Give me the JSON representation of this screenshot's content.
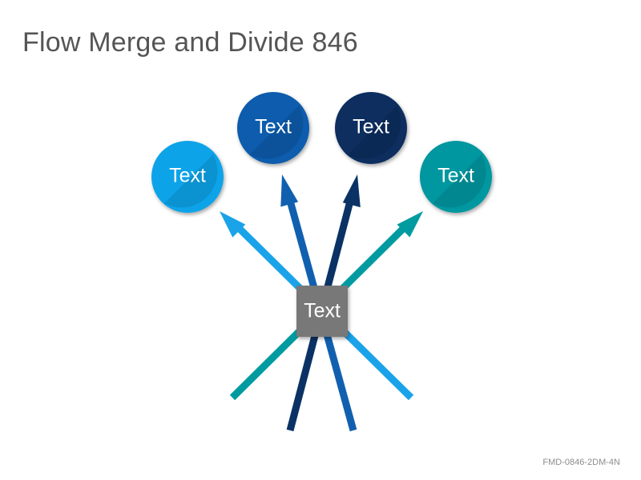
{
  "title": "Flow Merge and Divide 846",
  "footer_code": "FMD-0846-2DM-4N",
  "center_node": {
    "label": "Text",
    "color": "#787878"
  },
  "nodes": [
    {
      "label": "Text",
      "color": "#0FA3E8"
    },
    {
      "label": "Text",
      "color": "#0A5BAD"
    },
    {
      "label": "Text",
      "color": "#0B2F5E"
    },
    {
      "label": "Text",
      "color": "#0097A0"
    }
  ]
}
